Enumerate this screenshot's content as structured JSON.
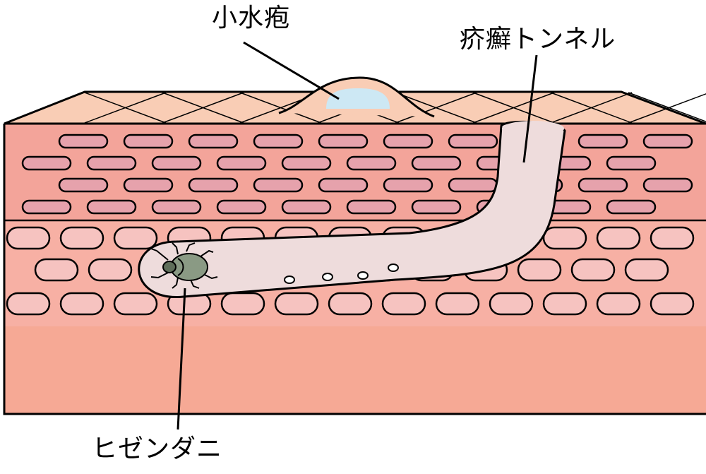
{
  "labels": {
    "vesicle": "小水疱",
    "tunnel": "疥癬トンネル",
    "mite": "ヒゼンダニ"
  },
  "colors": {
    "outline": "#000000",
    "skin_surface": "#f9cdb5",
    "upper_layer": "#f3a49a",
    "upper_cell": "#e6a2ac",
    "lower_layer": "#f7b0a4",
    "lower_cell": "#f6c3c0",
    "dermis": "#f6a995",
    "vesicle_fluid": "#cde8f4",
    "tunnel": "#eedcdc",
    "mite": "#8a9a84"
  },
  "icons": {
    "mite": "mite-icon"
  }
}
